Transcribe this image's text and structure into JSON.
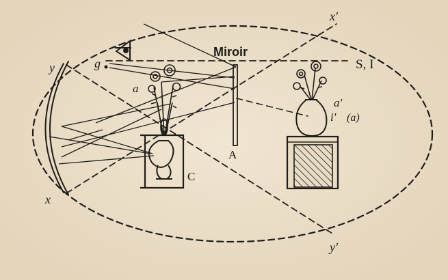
{
  "labels": {
    "mirror": "Miroir",
    "mirror_letter": "A",
    "box_letter": "C",
    "s_i": "S, I",
    "g": "g",
    "a": "a",
    "a_prime": "a′",
    "i_prime": "i′",
    "i_prime_paren": "(a)",
    "x": "x",
    "x_prime": "x′",
    "y": "y",
    "y_prime": "y′"
  },
  "colors": {
    "paper": "#e9dcc4",
    "ink": "#1f1c19"
  }
}
